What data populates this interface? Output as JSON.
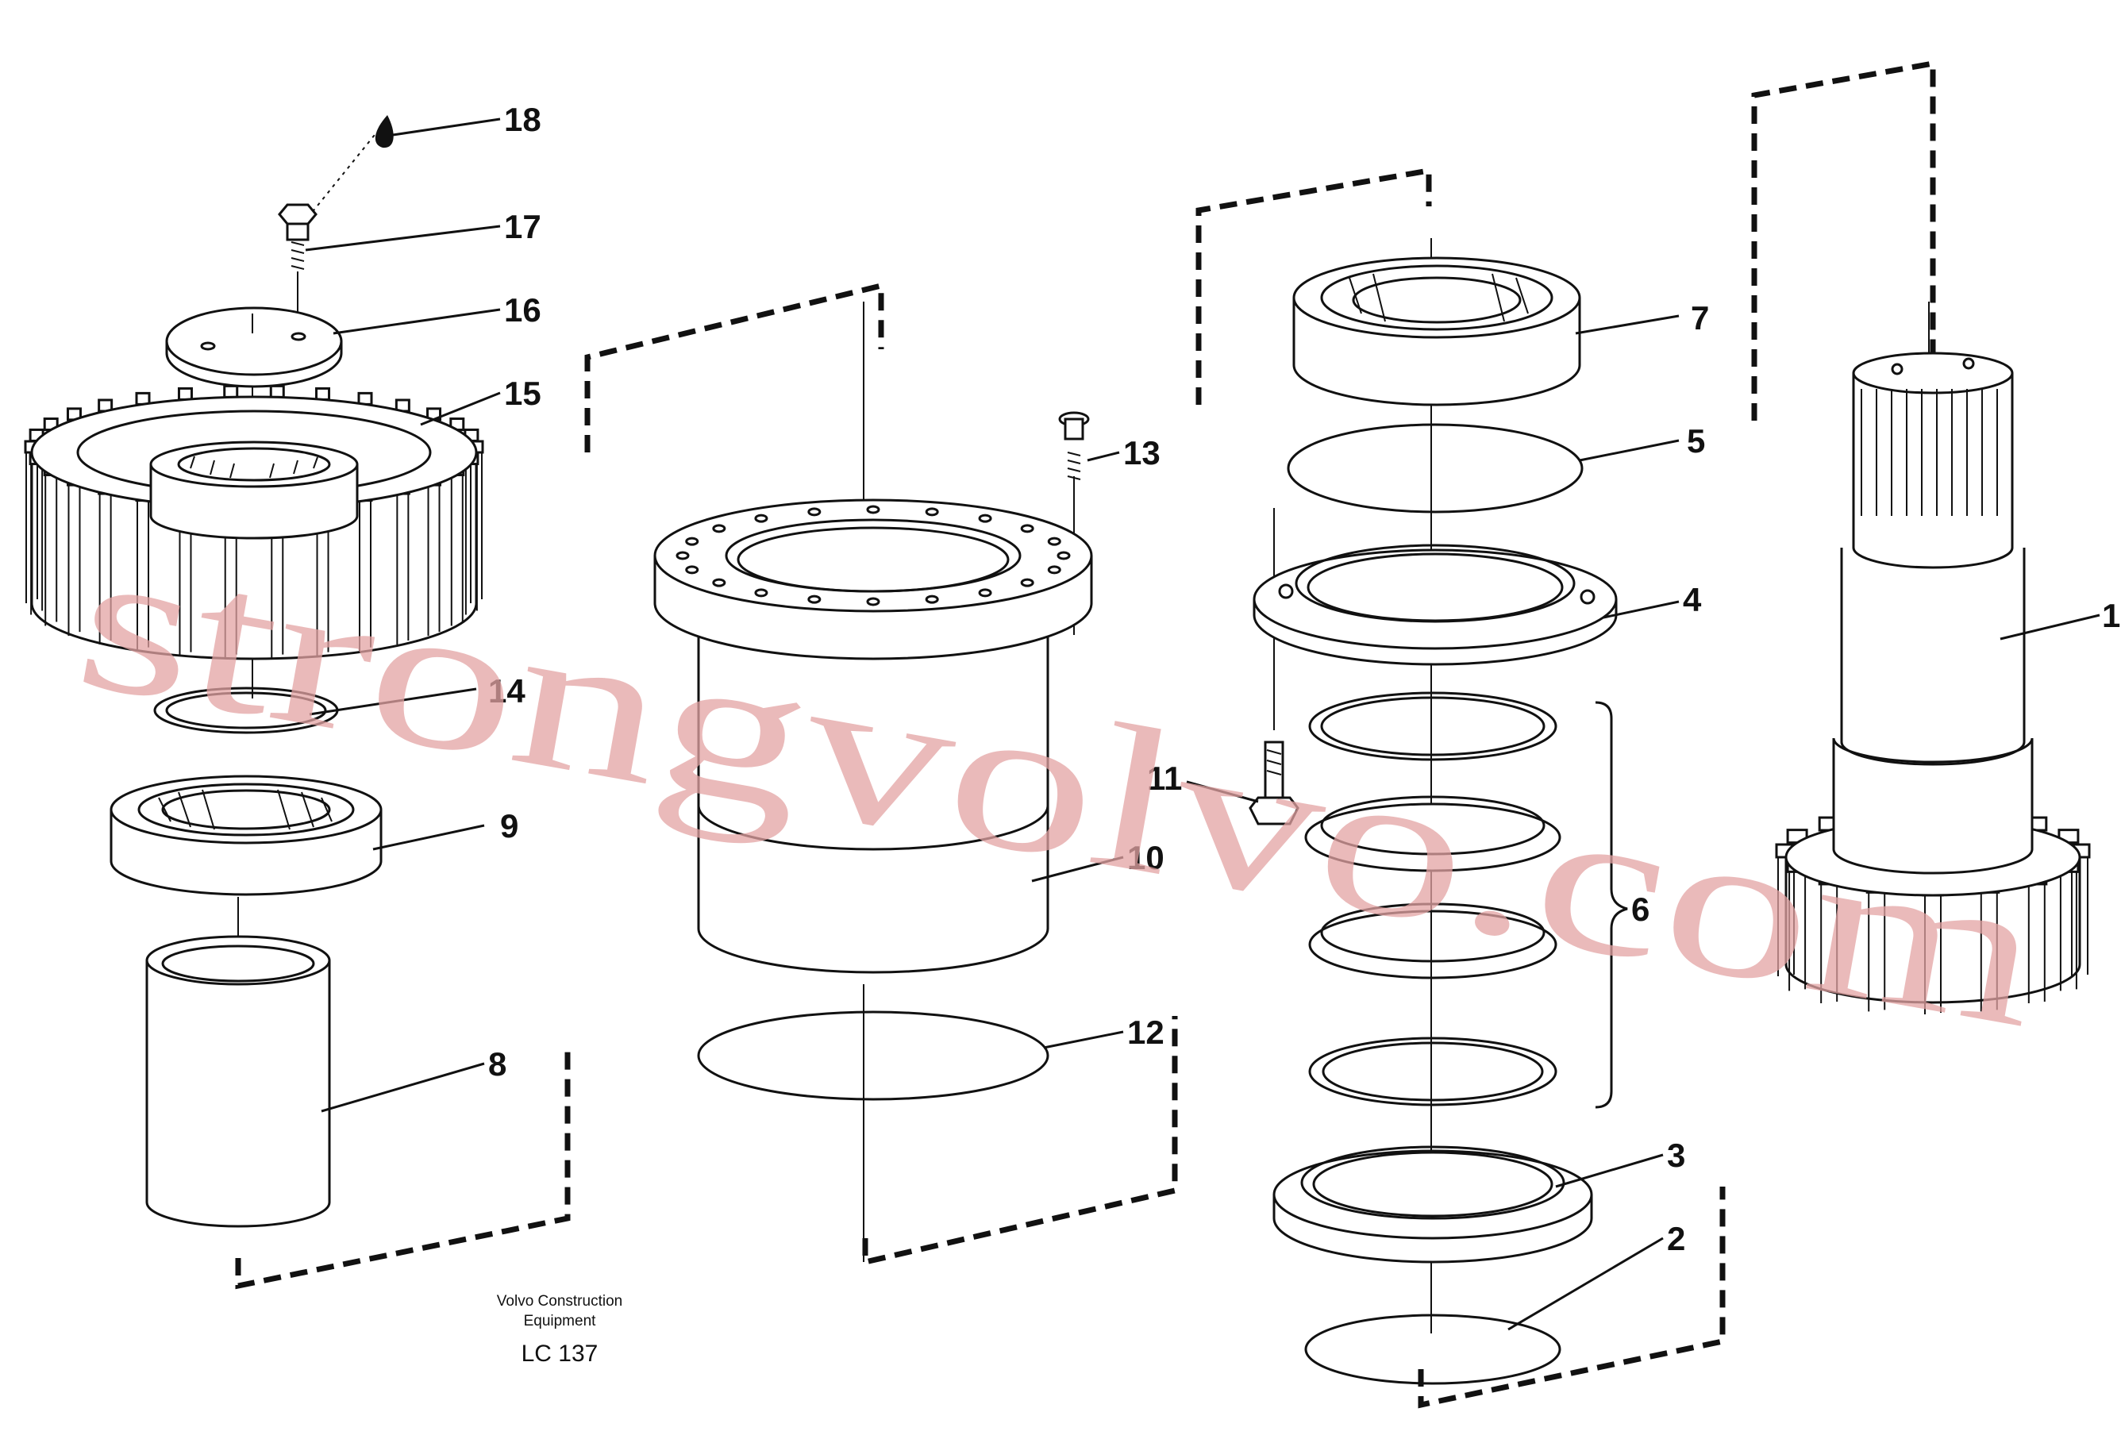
{
  "diagram": {
    "caption_line1": "Volvo Construction",
    "caption_line2": "Equipment",
    "code": "LC 137",
    "watermark": "strongvolvo.com",
    "callouts": {
      "c1": "1",
      "c2": "2",
      "c3": "3",
      "c4": "4",
      "c5": "5",
      "c6": "6",
      "c7": "7",
      "c8": "8",
      "c9": "9",
      "c10": "10",
      "c11": "11",
      "c12": "12",
      "c13": "13",
      "c14": "14",
      "c15": "15",
      "c16": "16",
      "c17": "17",
      "c18": "18"
    }
  }
}
